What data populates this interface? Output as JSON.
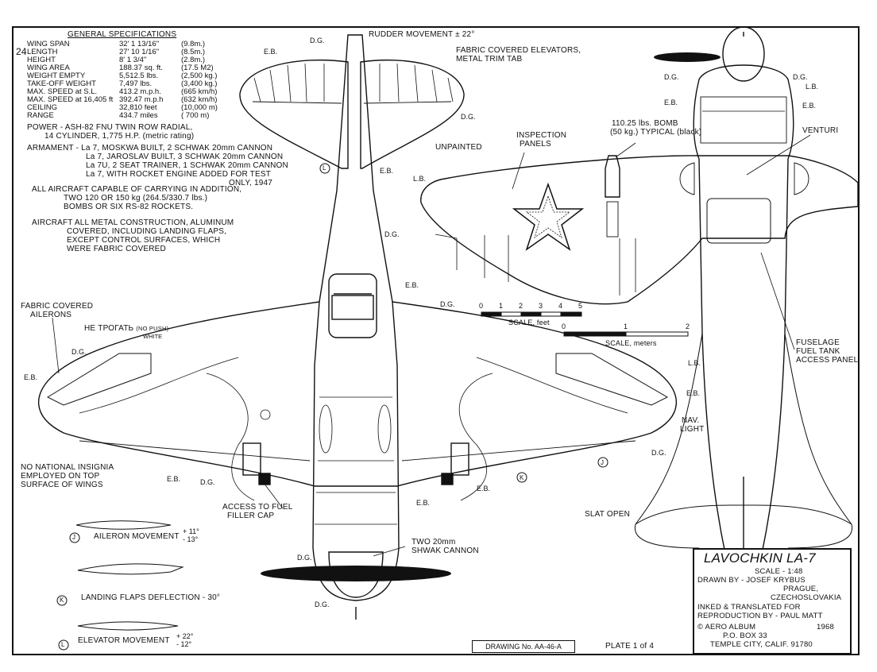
{
  "spec_header": "GENERAL SPECIFICATIONS",
  "page_number": "24",
  "specs": [
    {
      "label": "WING SPAN",
      "imperial": "32' 1 13/16\"",
      "metric": "(9.8m.)"
    },
    {
      "label": "LENGTH",
      "imperial": "27' 10 1/16\"",
      "metric": "(8.5m.)"
    },
    {
      "label": "HEIGHT",
      "imperial": "8' 1 3/4\"",
      "metric": "(2.8m.)"
    },
    {
      "label": "WING AREA",
      "imperial": "188.37 sq. ft.",
      "metric": "(17.5 M2)"
    },
    {
      "label": "WEIGHT EMPTY",
      "imperial": "5,512.5 lbs.",
      "metric": "(2,500 kg.)"
    },
    {
      "label": "TAKE-OFF WEIGHT",
      "imperial": "7,497 lbs.",
      "metric": "(3,400 kg.)"
    },
    {
      "label": "MAX. SPEED at S.L.",
      "imperial": "413.2 m.p.h.",
      "metric": "(665 km/h)"
    },
    {
      "label": "MAX. SPEED at 16,405 ft",
      "imperial": "392.47 m.p.h",
      "metric": "(632 km/h)"
    },
    {
      "label": "CEILING",
      "imperial": "32,810 feet",
      "metric": "(10,000 m)"
    },
    {
      "label": "RANGE",
      "imperial": "434.7 miles",
      "metric": "( 700 m)"
    }
  ],
  "power": [
    "POWER - ASH-82 FNU TWIN ROW RADIAL,",
    "14 CYLINDER, 1,775 H.P. (metric rating)"
  ],
  "armament": [
    "ARMAMENT - La 7, MOSKWA BUILT, 2 SCHWAK 20mm CANNON",
    "La 7, JAROSLAV BUILT, 3 SCHWAK 20mm CANNON",
    "La 7U, 2 SEAT TRAINER, 1 SCHWAK 20mm CANNON",
    "La 7, WITH ROCKET ENGINE ADDED FOR TEST",
    "ONLY, 1947"
  ],
  "bombs_note": [
    "ALL AIRCRAFT CAPABLE OF CARRYING IN ADDITION,",
    "TWO 120 OR 150 kg (264.5/330.7 lbs.)",
    "BOMBS OR SIX RS-82 ROCKETS."
  ],
  "construction_note": [
    "AIRCRAFT ALL METAL CONSTRUCTION, ALUMINUM",
    "COVERED, INCLUDING LANDING FLAPS,",
    "EXCEPT CONTROL SURFACES, WHICH",
    "WERE FABRIC COVERED"
  ],
  "rudder_movement": "RUDDER MOVEMENT ± 22°",
  "elevators_note": [
    "FABRIC COVERED ELEVATORS,",
    "METAL TRIM TAB"
  ],
  "inspection_panels": [
    "INSPECTION",
    "PANELS"
  ],
  "unpainted": "UNPAINTED",
  "bomb_note": [
    "110.25 lbs. BOMB",
    "(50 kg.) TYPICAL (black)"
  ],
  "venturi": "VENTURI",
  "fuel_tank": [
    "FUSELAGE",
    "FUEL TANK",
    "ACCESS PANEL"
  ],
  "fabric_ailerons": [
    "FABRIC COVERED",
    "AILERONS"
  ],
  "no_push": "НЕ ТРОГАТЬ",
  "no_push_en": "(NO PUSH)",
  "no_push_color": "WHITE",
  "no_insignia": [
    "NO NATIONAL INSIGNIA",
    "EMPLOYED ON TOP",
    "SURFACE OF WINGS"
  ],
  "fuel_filler": [
    "ACCESS TO FUEL",
    "FILLER CAP"
  ],
  "nav_light": [
    "NAV.",
    "LIGHT"
  ],
  "slat_open": "SLAT OPEN",
  "cannon": [
    "TWO 20mm",
    "SHWAK CANNON"
  ],
  "scale_feet_label": "SCALE, feet",
  "scale_feet_ticks": [
    "0",
    "1",
    "2",
    "3",
    "4",
    "5"
  ],
  "scale_meters_label": "SCALE, meters",
  "scale_meters_ticks": [
    "0",
    "1",
    "2"
  ],
  "aileron_movement": {
    "letter": "J",
    "text": "AILERON MOVEMENT",
    "up": "+ 11°",
    "down": "- 13°"
  },
  "flaps_deflection": {
    "letter": "K",
    "text": "LANDING FLAPS DEFLECTION - 30°"
  },
  "elevator_movement": {
    "letter": "L",
    "text": "ELEVATOR MOVEMENT",
    "up": "+ 22°",
    "down": "- 12°"
  },
  "callouts": {
    "dg": "D.G.",
    "eb": "E.B.",
    "lb": "L.B.",
    "j": "J",
    "k": "K",
    "l": "L"
  },
  "title_block": {
    "title": "LAVOCHKIN LA-7",
    "scale": "SCALE - 1:48",
    "drawn_by": "DRAWN BY - JOSEF KRYBUS",
    "city": "PRAGUE,",
    "country": "CZECHOSLOVAKIA",
    "inked1": "INKED & TRANSLATED FOR",
    "inked2": "REPRODUCTION BY - PAUL MATT",
    "publisher": "© AERO ALBUM",
    "year": "1968",
    "address1": "P.O. BOX 33",
    "address2": "TEMPLE CITY, CALIF. 91780"
  },
  "drawing_no": "DRAWING No. AA-46-A",
  "plate": "PLATE 1 of 4",
  "colors": {
    "ink": "#111111",
    "paper": "#ffffff"
  }
}
